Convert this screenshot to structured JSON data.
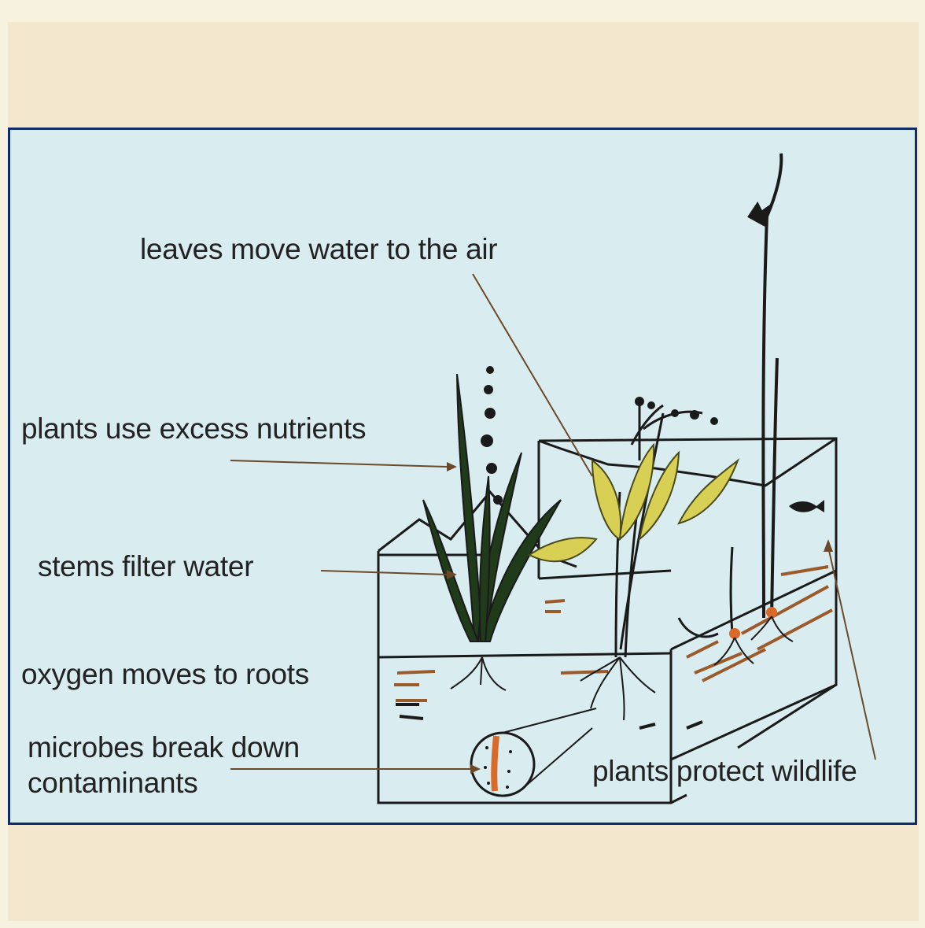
{
  "labels": {
    "leaves": "leaves move water to the air",
    "nutrients": "plants use excess nutrients",
    "stems": "stems filter water",
    "oxygen": "oxygen moves to roots",
    "microbes_line1": "microbes break down",
    "microbes_line2": "contaminants",
    "wildlife": "plants protect wildlife"
  },
  "colors": {
    "panel_background": "#d9ecf0",
    "panel_border": "#0d2d6b",
    "outer_background": "#f3e8cd",
    "leaf_yellow": "#d8cf55",
    "soil_brown": "#9b5a2a",
    "microbe_orange": "#d96a2a"
  }
}
